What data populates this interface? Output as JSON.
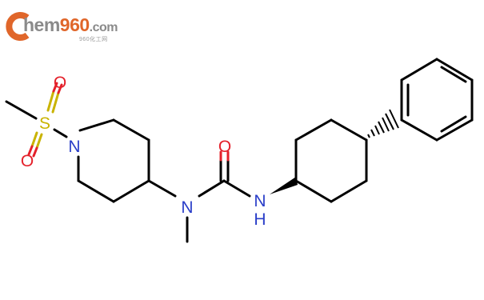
{
  "logo": {
    "brand_prefix": "hem",
    "brand_number": "960",
    "brand_suffix": ".com",
    "subtitle": "960化工网",
    "colors": {
      "c_orange": "#e0662a",
      "gray": "#8a8a8a"
    }
  },
  "atoms": {
    "o_top": "O",
    "o_bottom": "O",
    "s": "S",
    "n_piperidine": "N",
    "n_methyl": "N",
    "o_carbonyl": "O",
    "nh": "N",
    "h": "H"
  },
  "colors": {
    "bond": "#000000",
    "oxygen": "#e4202a",
    "nitrogen": "#2a3ec8",
    "sulfur": "#c9b300"
  }
}
